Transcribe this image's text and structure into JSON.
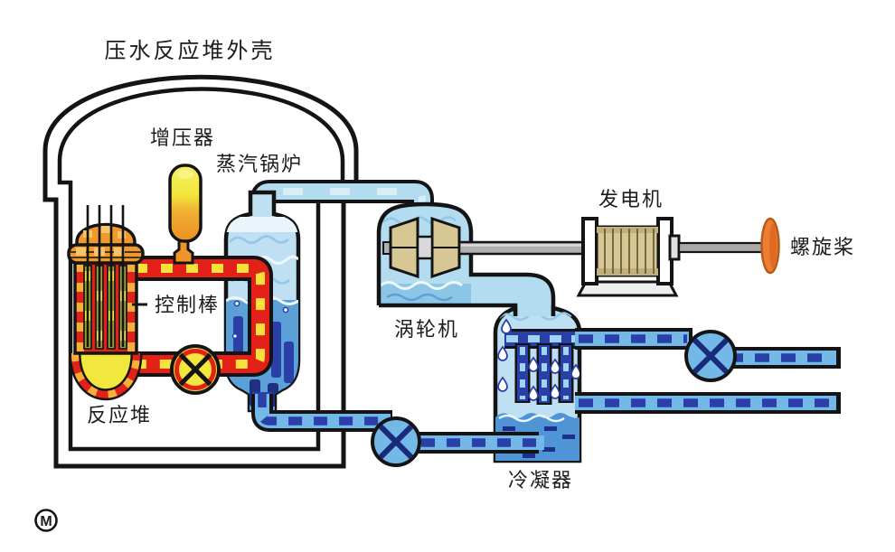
{
  "title": "压水反应堆外壳",
  "labels": {
    "pressurizer": "增压器",
    "steam_boiler": "蒸汽锅炉",
    "control_rods": "控制棒",
    "reactor": "反应堆",
    "turbine": "涡轮机",
    "generator": "发电机",
    "propeller": "螺旋桨",
    "condenser": "冷凝器"
  },
  "watermark": "M",
  "colors": {
    "primary_red": "#e32119",
    "primary_dash_yellow": "#f6e23a",
    "steam_light_blue": "#bfe0f2",
    "turbine_blue": "#b4dcf0",
    "water_medium_blue": "#5ca0d8",
    "pipe_light_blue": "#74b8e8",
    "pipe_navy": "#2b3fa8",
    "vessel_orange": "#f0992e",
    "hot_yellow": "#f2e73c",
    "machine_tan": "#d6c794",
    "propeller_orange": "#ed7d31",
    "outline_black": "#141414"
  }
}
